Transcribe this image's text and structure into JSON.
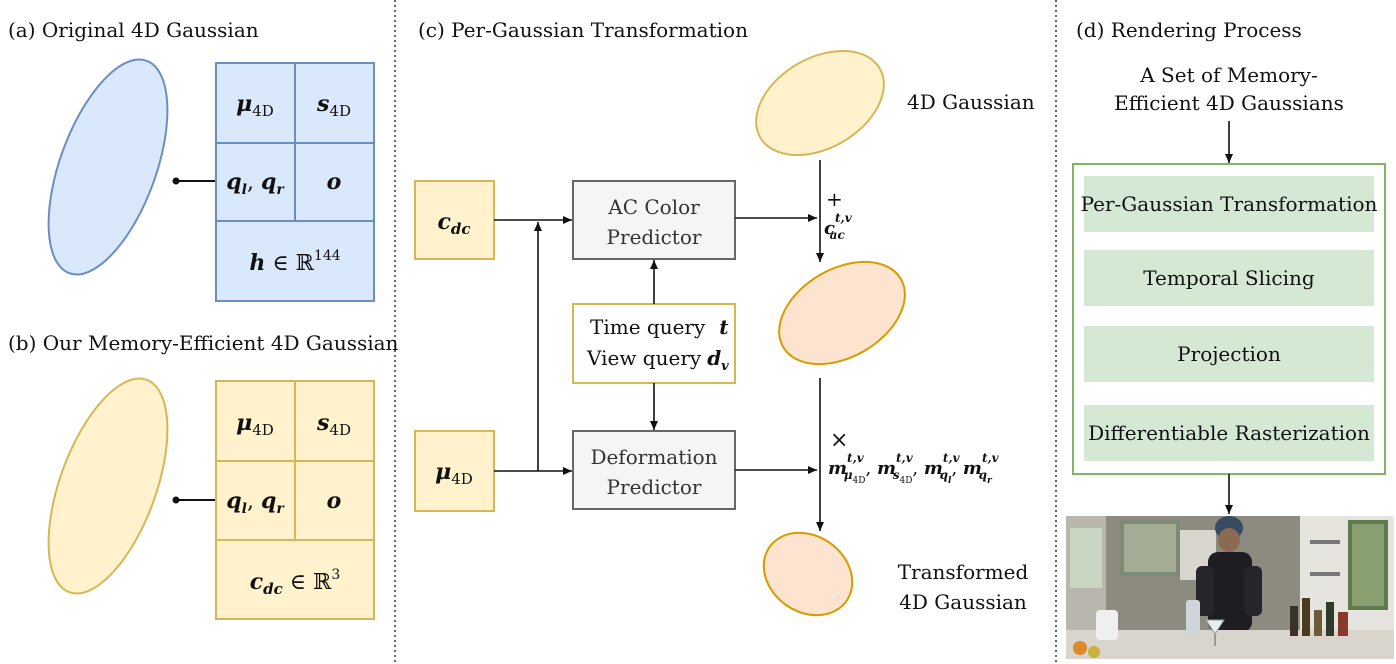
{
  "sections": {
    "a_title": "(a) Original 4D Gaussian",
    "b_title": "(b) Our Memory-Efficient 4D Gaussian",
    "c_title": "(c) Per-Gaussian Transformation",
    "d_title": "(d) Rendering Process"
  },
  "original": {
    "cell_mu": "μ",
    "cell_mu_sub": "4D",
    "cell_s": "s",
    "cell_s_sub": "4D",
    "cell_q": "q",
    "cell_q_l": "l",
    "cell_q_r": "r",
    "cell_o": "o",
    "cell_h": "h",
    "cell_h_rest": " ∈ ℝ",
    "cell_h_sup": "144",
    "color_fill": "#dae8fc",
    "color_stroke": "#6c8ebf"
  },
  "efficient": {
    "cell_mu": "μ",
    "cell_mu_sub": "4D",
    "cell_s": "s",
    "cell_s_sub": "4D",
    "cell_q": "q",
    "cell_q_l": "l",
    "cell_q_r": "r",
    "cell_o": "o",
    "cell_c": "c",
    "cell_c_sub": "dc",
    "cell_c_rest": " ∈ ℝ",
    "cell_c_sup": "3",
    "color_fill": "#fff2cc",
    "color_stroke": "#d6b656"
  },
  "transform": {
    "input_c": "c",
    "input_c_sub": "dc",
    "input_mu": "μ",
    "input_mu_sub": "4D",
    "ac_line1": "AC Color",
    "ac_line2": "Predictor",
    "def_line1": "Deformation",
    "def_line2": "Predictor",
    "time_query": "Time query",
    "time_sym": "t",
    "view_query": "View query",
    "view_sym": "d",
    "view_sub": "v",
    "gaussian_top_label": "4D Gaussian",
    "plus_sign": "+",
    "ac_term": "c",
    "ac_term_sup": "t,v",
    "ac_term_sub": "ac",
    "times_sign": "×",
    "mult_terms": "m",
    "transformed_line1": "Transformed",
    "transformed_line2": "4D Gaussian"
  },
  "rendering": {
    "header_line1": "A Set of Memory-",
    "header_line2": "Efficient 4D Gaussians",
    "stages": [
      "Per-Gaussian Transformation",
      "Temporal Slicing",
      "Projection",
      "Differentiable Rasterization"
    ],
    "stage_fill": "#d5e8d4",
    "frame_stroke": "#82b366"
  }
}
